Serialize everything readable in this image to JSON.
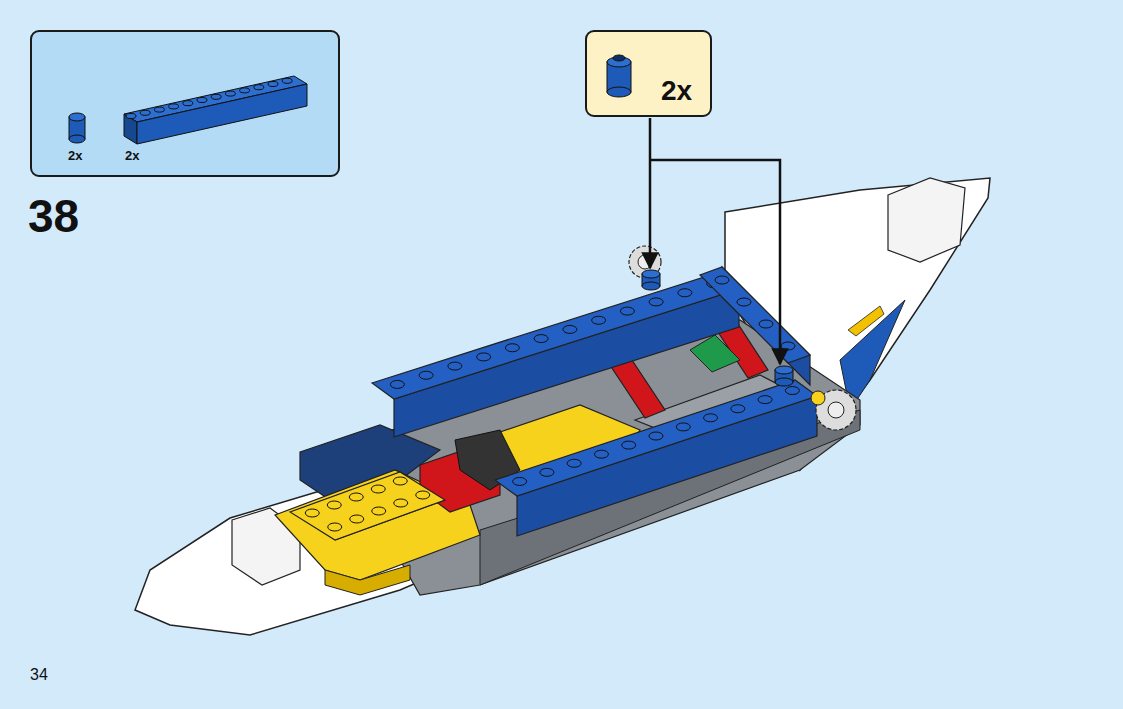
{
  "diagram": {
    "nodes": [
      {
        "text": [
          "2x",
          "2x"
        ]
      },
      {
        "text": [
          "2x"
        ]
      }
    ],
    "labels": [
      "38",
      "34"
    ]
  }
}
